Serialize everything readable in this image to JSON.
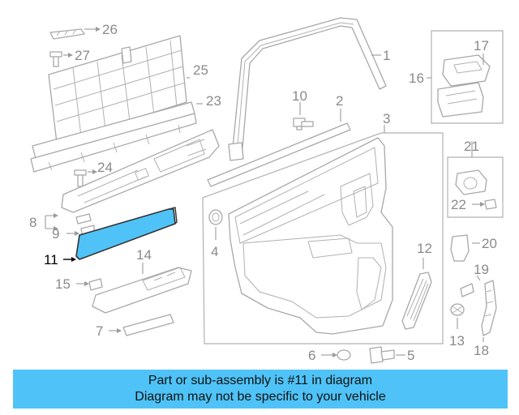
{
  "callouts": {
    "c1": "1",
    "c2": "2",
    "c3": "3",
    "c4": "4",
    "c5": "5",
    "c6": "6",
    "c7": "7",
    "c8": "8",
    "c9": "9",
    "c10": "10",
    "c11": "11",
    "c12": "12",
    "c13": "13",
    "c14": "14",
    "c15": "15",
    "c16": "16",
    "c17": "17",
    "c18": "18",
    "c19": "19",
    "c20": "20",
    "c21": "21",
    "c22": "22",
    "c23": "23",
    "c24": "24",
    "c25": "25",
    "c26": "26",
    "c27": "27"
  },
  "highlighted_part": "11",
  "colors": {
    "highlight_fill": "#4fc3f7",
    "banner_bg": "#4fc3f7",
    "line": "#a8a8a8"
  },
  "banner": {
    "line1": "Part or sub-assembly is #11 in diagram",
    "line2": "Diagram may not be specific to your vehicle"
  }
}
